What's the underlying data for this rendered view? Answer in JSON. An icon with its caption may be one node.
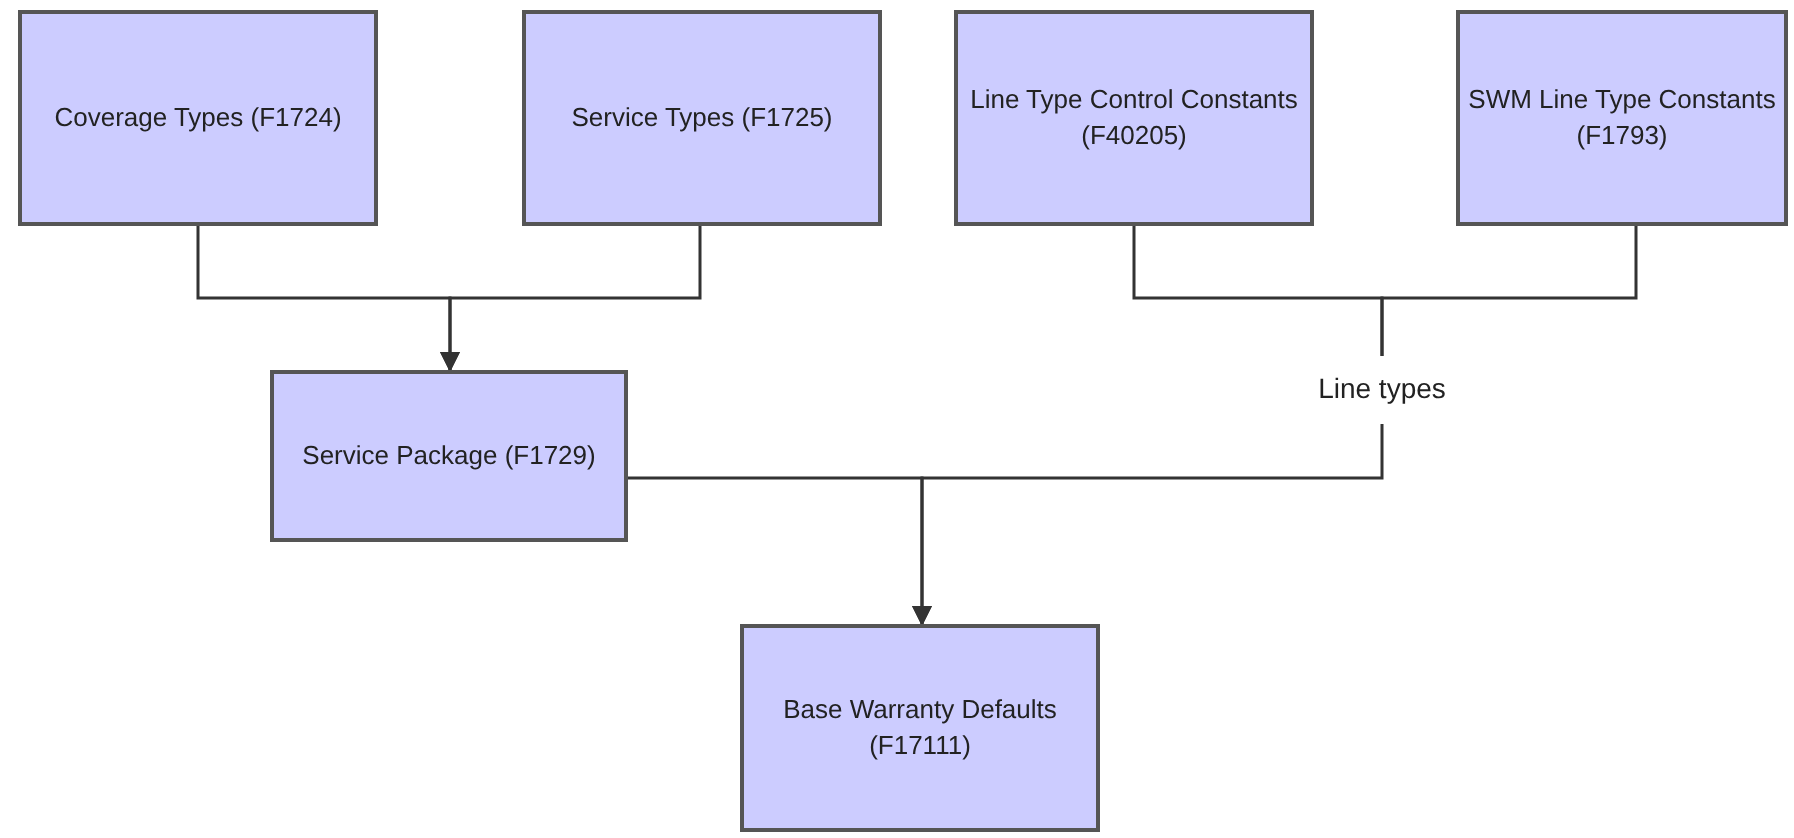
{
  "diagram": {
    "nodes": [
      {
        "text": [
          "Coverage Types (F1724)"
        ]
      },
      {
        "text": [
          "Service Types (F1725)"
        ]
      },
      {
        "text": [
          "Line Type Control Constants (F40205)"
        ]
      },
      {
        "text": [
          "SWM Line Type Constants (F1793)"
        ]
      },
      {
        "text": [
          "Service Package (F1729)"
        ]
      },
      {
        "text": [
          "Base Warranty Defaults (F17111)"
        ]
      },
      {
        "text": [
          "Line types"
        ]
      }
    ],
    "edges": [
      {
        "from": 0,
        "to": 4,
        "arrow": "to"
      },
      {
        "from": 1,
        "to": 4,
        "arrow": "to"
      },
      {
        "from": 2,
        "to": 6,
        "arrow": "none"
      },
      {
        "from": 3,
        "to": 6,
        "arrow": "none"
      },
      {
        "from": 6,
        "to": 5,
        "arrow": "to"
      },
      {
        "from": 4,
        "to": 5,
        "arrow": "to"
      }
    ]
  }
}
